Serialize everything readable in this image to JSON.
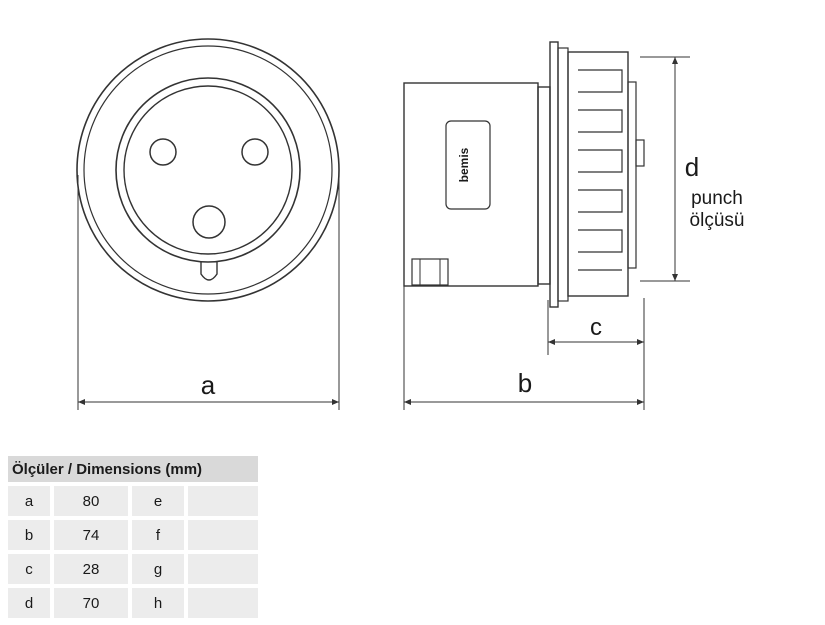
{
  "drawing": {
    "labels": {
      "a": "a",
      "b": "b",
      "c": "c",
      "d": "d",
      "d_note_line1": "punch",
      "d_note_line2": "ölçüsü"
    },
    "brand": "bemis"
  },
  "table": {
    "header": "Ölçüler / Dimensions (mm)",
    "rows": [
      {
        "k1": "a",
        "v1": "80",
        "k2": "e",
        "v2": ""
      },
      {
        "k1": "b",
        "v1": "74",
        "k2": "f",
        "v2": ""
      },
      {
        "k1": "c",
        "v1": "28",
        "k2": "g",
        "v2": ""
      },
      {
        "k1": "d",
        "v1": "70",
        "k2": "h",
        "v2": ""
      }
    ]
  }
}
